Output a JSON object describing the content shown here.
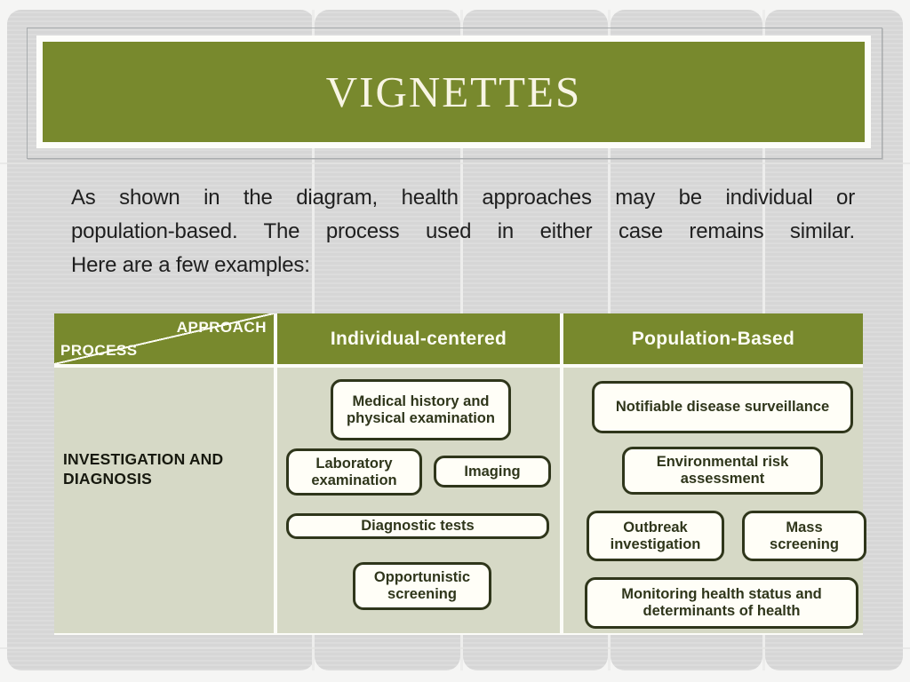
{
  "slide": {
    "title": "VIGNETTES",
    "intro": {
      "lines": [
        "As shown in the diagram, health approaches may be individual or",
        "population-based. The process used in either case remains similar.",
        "Here are a few examples:"
      ]
    },
    "matrix": {
      "corner": {
        "approach_label": "APPROACH",
        "process_label": "PROCESS"
      },
      "col_headers": [
        {
          "label": "Individual-centered"
        },
        {
          "label": "Population-Based"
        }
      ],
      "row_header": "INVESTIGATION AND DIAGNOSIS",
      "individual_items": [
        {
          "label": "Medical history and physical examination"
        },
        {
          "label": "Laboratory examination"
        },
        {
          "label": "Imaging"
        },
        {
          "label": "Diagnostic tests"
        },
        {
          "label": "Opportunistic screening"
        }
      ],
      "population_items": [
        {
          "label": "Notifiable disease surveillance"
        },
        {
          "label": "Environmental risk assessment"
        },
        {
          "label": "Outbreak investigation"
        },
        {
          "label": "Mass screening"
        },
        {
          "label": "Monitoring health status and determinants of health"
        }
      ]
    },
    "colors": {
      "accent_green": "#78892d",
      "cell_sage": "#d6d9c6",
      "box_outline": "#2f361b",
      "title_ivory": "#f8f5e4",
      "backdrop_gray": "#dadada"
    }
  }
}
